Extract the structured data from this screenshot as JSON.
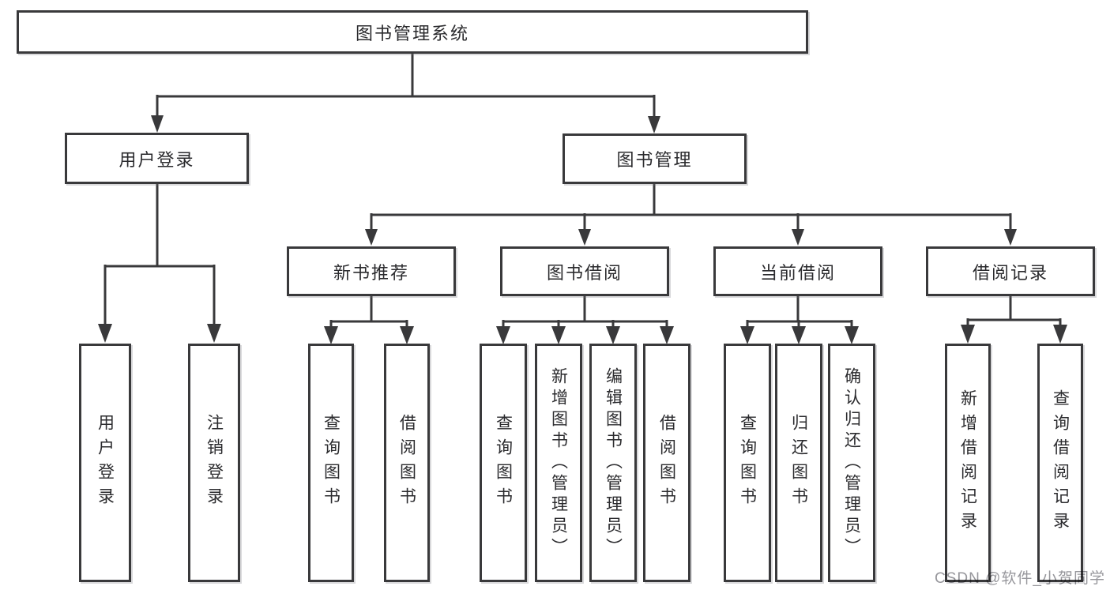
{
  "colors": {
    "line": "#39393b",
    "box_border": "#39393b",
    "box_background": "#ffffff",
    "text": "#2b2b2e",
    "watermark_text": "#97979c"
  },
  "watermark": "CSDN @软件_小贺同学",
  "tree": {
    "root": {
      "label": "图书管理系统"
    },
    "level2": [
      {
        "label": "用户登录"
      },
      {
        "label": "图书管理"
      }
    ],
    "level3": [
      {
        "label": "新书推荐"
      },
      {
        "label": "图书借阅"
      },
      {
        "label": "当前借阅"
      },
      {
        "label": "借阅记录"
      }
    ],
    "leaves": {
      "user_login": [
        "用户登录",
        "注销登录"
      ],
      "new_book_recommend": [
        "查询图书",
        "借阅图书"
      ],
      "book_borrow": [
        "查询图书",
        "新增图书（管理员）",
        "编辑图书（管理员）",
        "借阅图书"
      ],
      "current_borrow": [
        "查询图书",
        "归还图书",
        "确认归还（管理员）"
      ],
      "borrow_records": [
        "新增借阅记录",
        "查询借阅记录"
      ]
    }
  }
}
